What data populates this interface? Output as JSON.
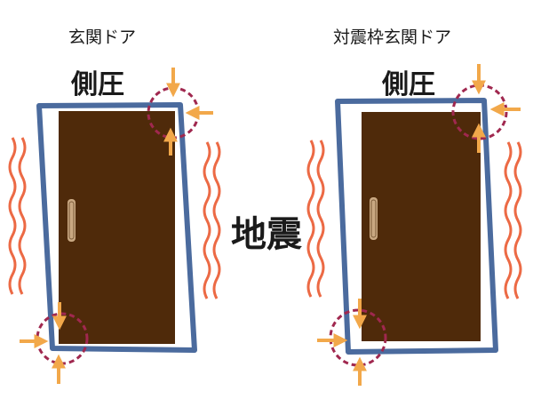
{
  "left_panel": {
    "title": "玄関ドア",
    "pressure_label": "側圧"
  },
  "right_panel": {
    "title": "対震枠玄関ドア",
    "pressure_label": "側圧"
  },
  "center_label": "地震",
  "colors": {
    "frame": "#4b6b9e",
    "door": "#4f2a0a",
    "handle": "#c9a882",
    "arrow": "#f2a84a",
    "wave": "#ec6a45",
    "circle": "#a0284f",
    "gap": "#ffffff"
  },
  "icons": [
    "wave-icon",
    "arrow-icon",
    "door-handle-icon",
    "dashed-circle-icon"
  ]
}
